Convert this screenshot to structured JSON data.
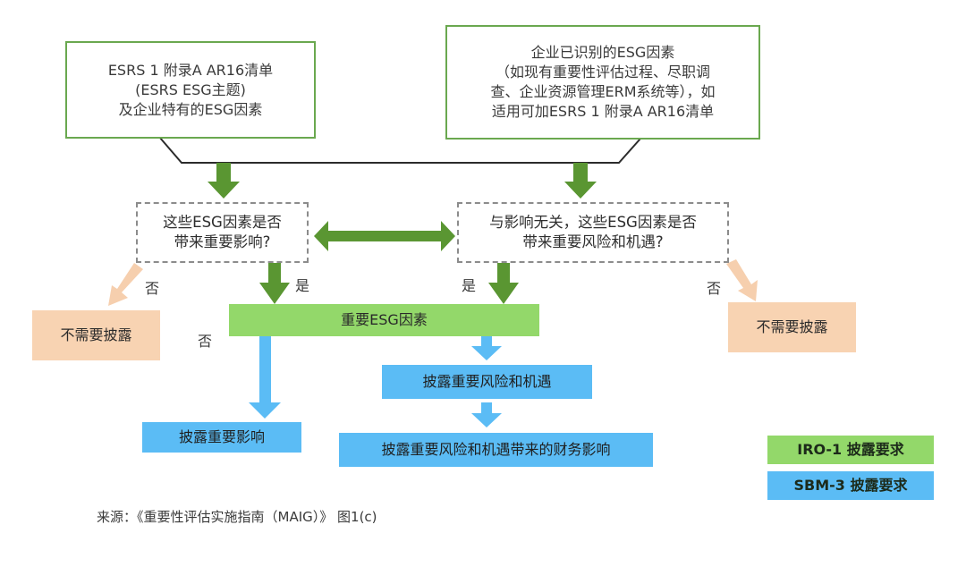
{
  "diagram": {
    "source_boxes": [
      {
        "lines": [
          "ESRS 1 附录A AR16清单",
          "(ESRS ESG主题)",
          "及企业特有的ESG因素"
        ]
      },
      {
        "lines": [
          "企业已识别的ESG因素",
          "（如现有重要性评估过程、尽职调",
          "查、企业资源管理ERM系统等），如",
          "适用可加ESRS 1 附录A AR16清单"
        ]
      }
    ],
    "questions": [
      {
        "lines": [
          "这些ESG因素是否",
          "带来重要影响?"
        ]
      },
      {
        "lines": [
          "与影响无关，这些ESG因素是否",
          "带来重要风险和机遇?"
        ]
      }
    ],
    "branch_labels": {
      "left_no": "否",
      "left_yes": "是",
      "right_yes": "是",
      "right_no": "否",
      "middle_no": "否"
    },
    "outcomes": {
      "no_disclosure_left": "不需要披露",
      "no_disclosure_right": "不需要披露",
      "material_factors": "重要ESG因素",
      "disclose_impacts": "披露重要影响",
      "disclose_risks": "披露重要风险和机遇",
      "disclose_financial": "披露重要风险和机遇带来的财务影响"
    },
    "legend": [
      {
        "label": "IRO-1 披露要求",
        "color": "#93d86a"
      },
      {
        "label": "SBM-3 披露要求",
        "color": "#5bbcf5"
      }
    ],
    "caption": "来源：《重要性评估实施指南（MAIG）》 图1(c)",
    "colors": {
      "dark_green_arrow": "#5a9632",
      "peach_arrow": "#f6cfae",
      "blue_arrow": "#5bbcf5",
      "box_border_green": "#6aa84f",
      "dashed_border": "#8c8c8c"
    }
  }
}
